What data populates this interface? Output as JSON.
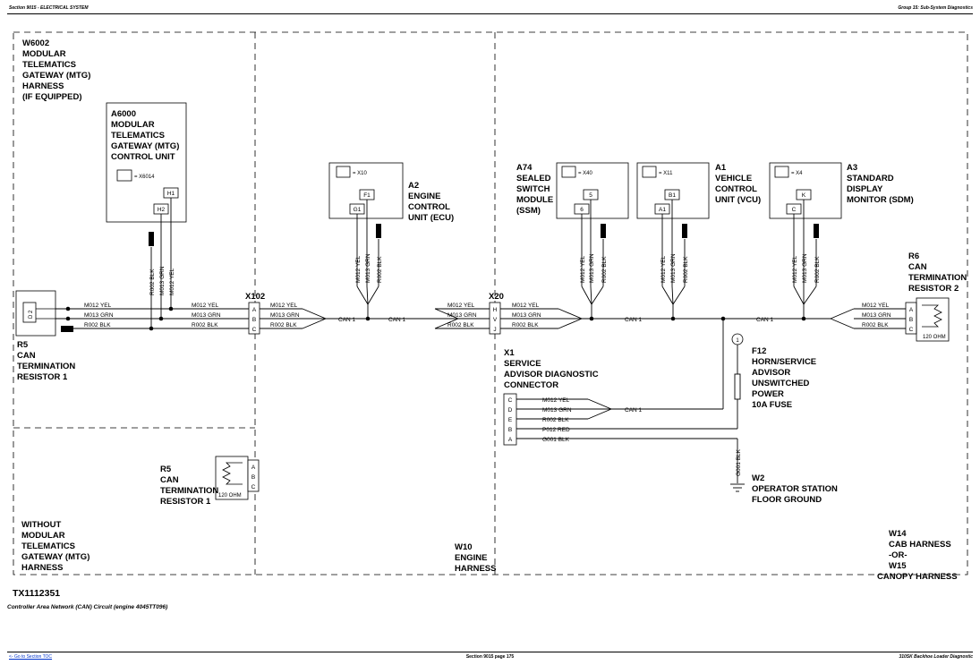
{
  "header": {
    "left": "Section 9015 - ELECTRICAL SYSTEM",
    "right": "Group 15: Sub-System Diagnostics"
  },
  "footer": {
    "link": "<- Go to Section TOC",
    "page": "Section 9015 page 175",
    "doc": "310SK Backhoe Loader Diagnostic"
  },
  "figure": {
    "id": "TX1112351",
    "caption": "Controller Area Network (CAN) Circuit (engine 4045TT096)"
  },
  "harnesses": {
    "w6002": [
      "W6002",
      "MODULAR",
      "TELEMATICS",
      "GATEWAY (MTG)",
      "HARNESS",
      "(IF EQUIPPED)"
    ],
    "without": [
      "WITHOUT",
      "MODULAR",
      "TELEMATICS",
      "GATEWAY (MTG)",
      "HARNESS"
    ],
    "w10": [
      "W10",
      "ENGINE",
      "HARNESS"
    ],
    "w14": [
      "W14",
      "CAB HARNESS",
      "-OR-",
      "W15",
      "CANOPY HARNESS"
    ]
  },
  "components": {
    "a6000": {
      "label": [
        "A6000",
        "MODULAR",
        "TELEMATICS",
        "GATEWAY (MTG)",
        "CONTROL UNIT"
      ],
      "conn": "= X6014",
      "pins": [
        "H1",
        "H2"
      ]
    },
    "a2": {
      "label": [
        "A2",
        "ENGINE",
        "CONTROL",
        "UNIT (ECU)"
      ],
      "conn": "= X10",
      "pins": [
        "F1",
        "G1"
      ]
    },
    "a74": {
      "label": [
        "A74",
        "SEALED",
        "SWITCH",
        "MODULE",
        "(SSM)"
      ],
      "conn": "= X40",
      "pins": [
        "5",
        "6"
      ]
    },
    "a1": {
      "label": [
        "A1",
        "VEHICLE",
        "CONTROL",
        "UNIT (VCU)"
      ],
      "conn": "= X11",
      "pins": [
        "B1",
        "A1"
      ]
    },
    "a3": {
      "label": [
        "A3",
        "STANDARD",
        "DISPLAY",
        "MONITOR (SDM)"
      ],
      "conn": "= X4",
      "pins": [
        "K",
        "C"
      ]
    },
    "r5_top": {
      "label": [
        "R5",
        "CAN",
        "TERMINATION",
        "RESISTOR 1"
      ]
    },
    "r5_bottom": {
      "label": [
        "R5",
        "CAN",
        "TERMINATION",
        "RESISTOR 1"
      ],
      "ohm": "120 OHM",
      "pins": [
        "A",
        "B",
        "C"
      ]
    },
    "r6": {
      "label": [
        "R6",
        "CAN",
        "TERMINATION",
        "RESISTOR 2"
      ],
      "ohm": "120 OHM",
      "pins": [
        "A",
        "B",
        "C"
      ]
    },
    "x102": {
      "label": "X102",
      "pins": [
        "A",
        "B",
        "C"
      ]
    },
    "x20": {
      "label": "X20",
      "pins": [
        "H",
        "V",
        "J"
      ]
    },
    "x1": {
      "label": [
        "X1",
        "SERVICE",
        "ADVISOR DIAGNOSTIC",
        "CONNECTOR"
      ],
      "pins": [
        "C",
        "D",
        "E",
        "B",
        "A"
      ]
    },
    "f12": {
      "label": [
        "F12",
        "HORN/SERVICE",
        "ADVISOR",
        "UNSWITCHED",
        "POWER",
        "10A FUSE"
      ],
      "ref": "1"
    },
    "w2": {
      "label": [
        "W2",
        "OPERATOR STATION",
        "FLOOR GROUND"
      ]
    }
  },
  "wires": {
    "yel": "M012 YEL",
    "grn": "M013 GRN",
    "blk": "R002 BLK",
    "red": "P012 RED",
    "gnd": "G001 BLK",
    "can": "CAN 1"
  }
}
